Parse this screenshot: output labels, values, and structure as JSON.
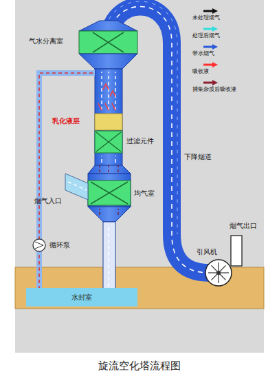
{
  "diagram": {
    "caption": "旋流空化塔流程图",
    "nodes": [
      {
        "text": [
          "水封室"
        ]
      }
    ],
    "edges": [],
    "labels": [
      "气水分离室",
      "乳化液层",
      "过滤元件",
      "均气室",
      "下降烟道",
      "烟气出口",
      "烟气入口",
      "引风机",
      "循环泵"
    ],
    "legend": [
      {
        "text": "未处理烟气"
      },
      {
        "text": "处理后烟气"
      },
      {
        "text": "带水烟气"
      },
      {
        "text": "吸收液"
      },
      {
        "text": "捕集杂质后吸收液"
      }
    ]
  }
}
